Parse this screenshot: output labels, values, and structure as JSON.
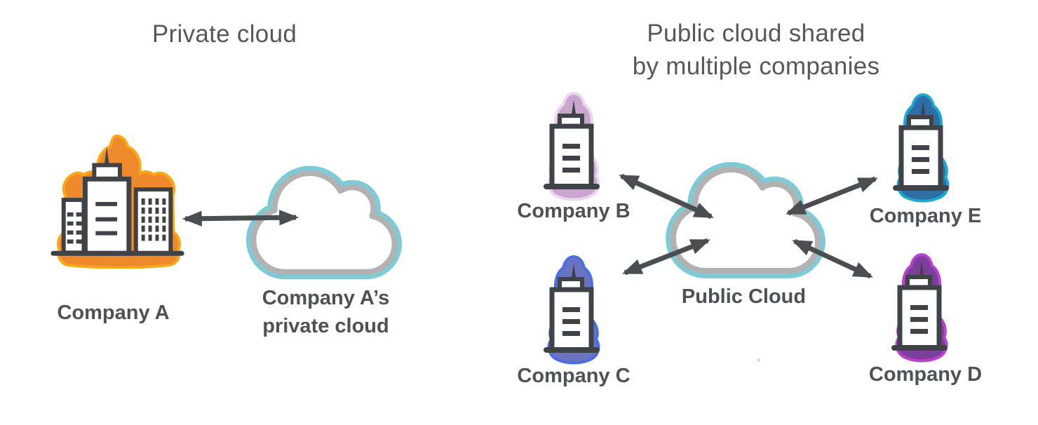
{
  "diagram": {
    "type": "cloud-deployment-comparison",
    "background": "#ffffff"
  },
  "colors": {
    "title_text": "#54585a",
    "label_text": "#4e5254",
    "arrow": "#4a4e50",
    "building_stroke": "#3f4347",
    "building_fill": "#ffffff",
    "cloud_glow": "#7ecbd8",
    "cloud_outline": "#b2b2b2",
    "cloud_fill": "#ffffff",
    "company_a_blob": "#ee8a2c",
    "company_a_rim": "#f9a818",
    "company_b_blob": "#c9a6ce",
    "company_b_rim": "#ecd6ef",
    "company_c_blob": "#6a73c0",
    "company_c_rim": "#4a6fe0",
    "company_d_blob": "#7c3f99",
    "company_d_rim": "#bb3fd4",
    "company_e_blob": "#2e6ea4",
    "company_e_rim": "#1ba8d0"
  },
  "left_panel": {
    "title": "Private cloud",
    "company": {
      "label": "Company A",
      "icon": "city-buildings-icon"
    },
    "cloud": {
      "label_line1": "Company A’s",
      "label_line2": "private cloud",
      "icon": "cloud-icon"
    }
  },
  "right_panel": {
    "title_line1": "Public cloud shared",
    "title_line2": "by multiple companies",
    "cloud": {
      "label": "Public Cloud",
      "icon": "cloud-icon"
    },
    "companies": [
      {
        "label": "Company B",
        "icon": "skyscraper-icon",
        "position": "top-left"
      },
      {
        "label": "Company E",
        "icon": "skyscraper-icon",
        "position": "top-right"
      },
      {
        "label": "Company C",
        "icon": "skyscraper-icon",
        "position": "bottom-left"
      },
      {
        "label": "Company D",
        "icon": "skyscraper-icon",
        "position": "bottom-right"
      }
    ]
  },
  "connections": [
    {
      "from": "Company A",
      "to": "Company A’s private cloud",
      "type": "bidirectional-arrow"
    },
    {
      "from": "Company B",
      "to": "Public Cloud",
      "type": "bidirectional-arrow"
    },
    {
      "from": "Company C",
      "to": "Public Cloud",
      "type": "bidirectional-arrow"
    },
    {
      "from": "Company E",
      "to": "Public Cloud",
      "type": "bidirectional-arrow"
    },
    {
      "from": "Company D",
      "to": "Public Cloud",
      "type": "bidirectional-arrow"
    }
  ]
}
